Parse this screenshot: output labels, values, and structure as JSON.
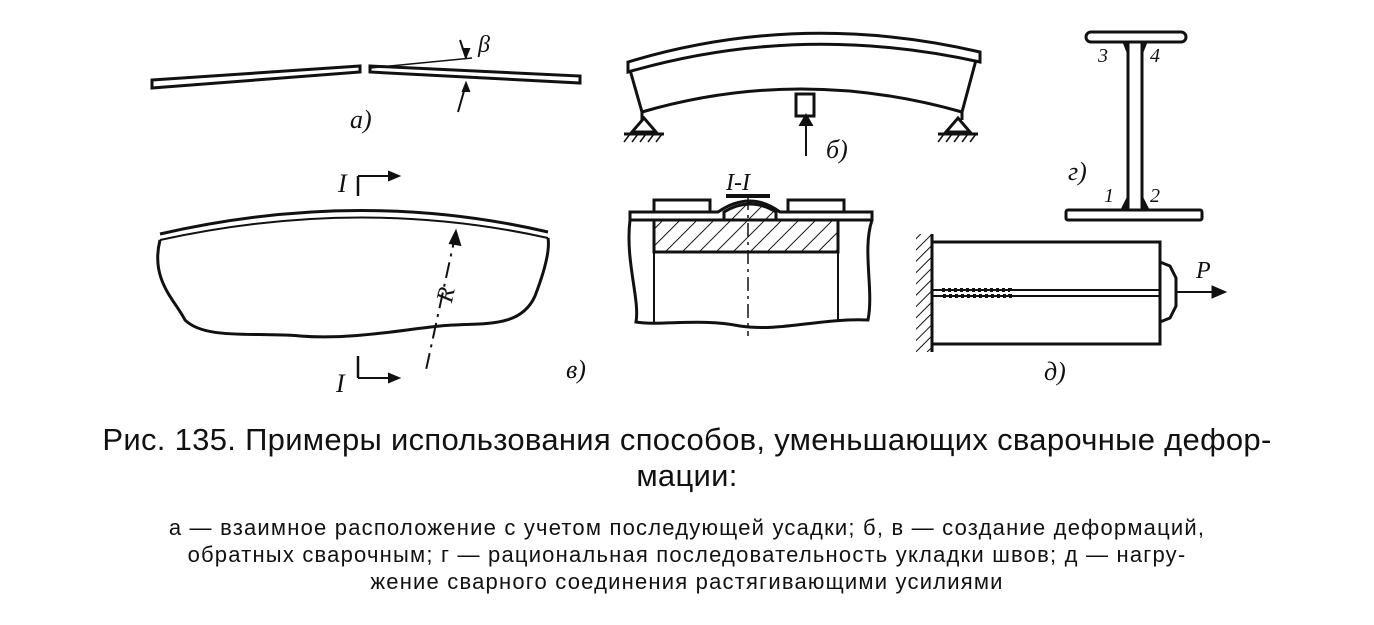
{
  "figure": {
    "labels": {
      "a": "а)",
      "b": "б)",
      "v": "в)",
      "g": "г)",
      "d": "д)",
      "beta": "β",
      "radius": "R",
      "section_top": "I",
      "section_bottom": "I",
      "section_title": "I-I",
      "weld_1": "1",
      "weld_2": "2",
      "weld_3": "3",
      "weld_4": "4",
      "force": "P"
    }
  },
  "caption": {
    "line1": "Рис. 135. Примеры использования способов, уменьшающих сварочные дефор-",
    "line2": "мации:"
  },
  "legend": {
    "line1": "а — взаимное расположение с учетом последующей усадки; б, в — создание деформаций,",
    "line2": "обратных сварочным; г — рациональная последовательность укладки швов; д — нагру-",
    "line3": "жение сварного соединения растягивающими усилиями"
  }
}
